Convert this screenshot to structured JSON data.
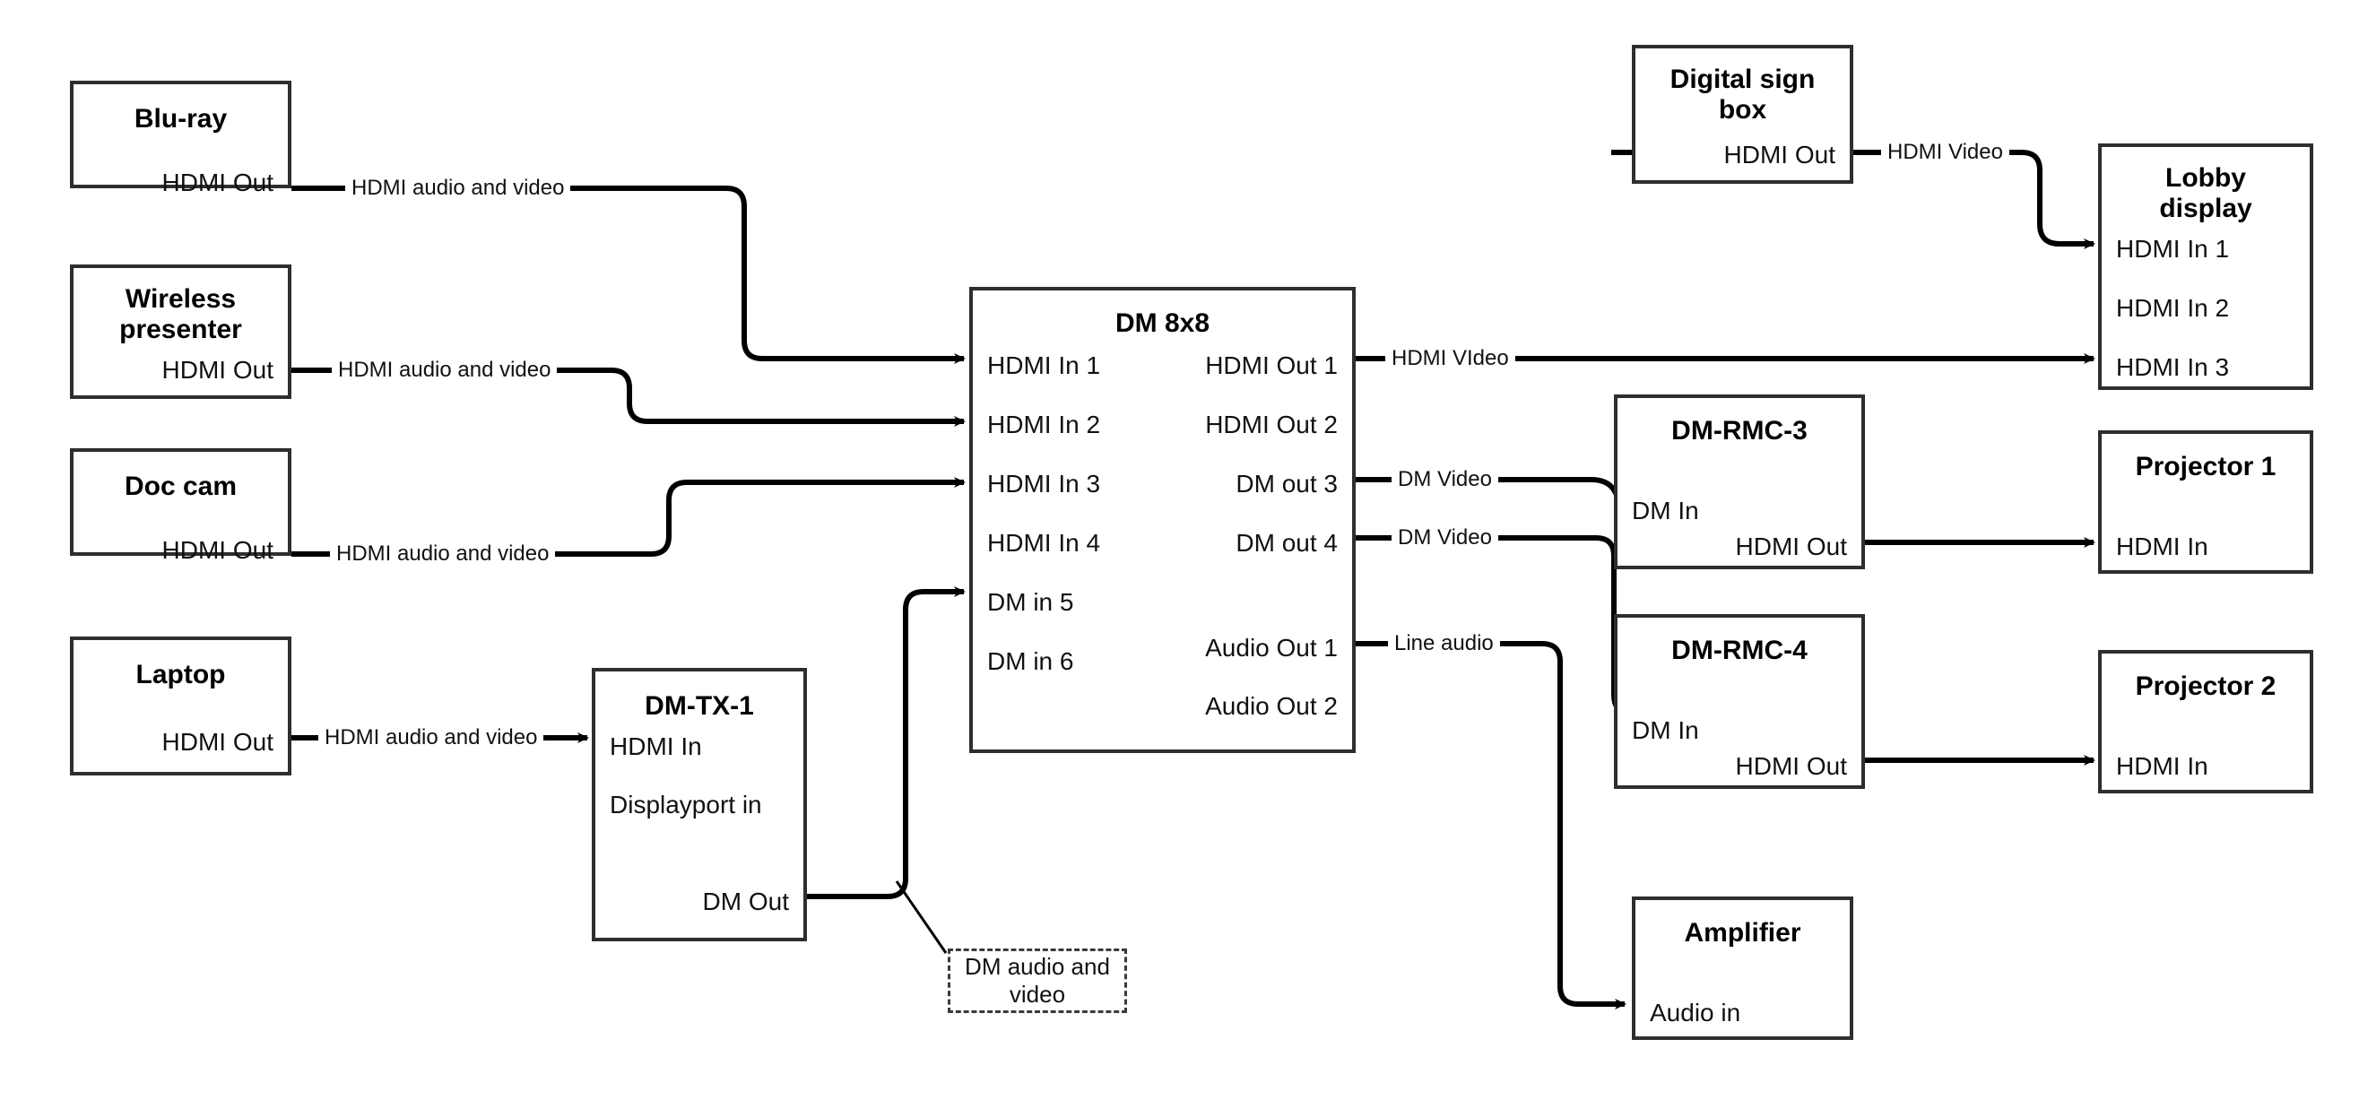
{
  "diagram": {
    "title": "AV Signal Flow Diagram",
    "line_color": "#000000",
    "box_border_color": "#2e2e2e",
    "background": "#ffffff"
  },
  "nodes": {
    "bluray": {
      "title": "Blu-ray",
      "port_out": "HDMI Out"
    },
    "wireless": {
      "title": "Wireless\npresenter",
      "title_line1": "Wireless",
      "title_line2": "presenter",
      "port_out": "HDMI Out"
    },
    "doccam": {
      "title": "Doc cam",
      "port_out": "HDMI Out"
    },
    "laptop": {
      "title": "Laptop",
      "port_out": "HDMI Out"
    },
    "dmtx1": {
      "title": "DM-TX-1",
      "port_in1": "HDMI In",
      "port_in2": "Displayport in",
      "port_out": "DM Out"
    },
    "dm8x8": {
      "title": "DM 8x8",
      "inputs": [
        "HDMI In 1",
        "HDMI In 2",
        "HDMI In 3",
        "HDMI In 4",
        "DM in 5",
        "DM in 6"
      ],
      "outputs": [
        "HDMI Out 1",
        "HDMI Out 2",
        "DM out 3",
        "DM out 4",
        "Audio Out 1",
        "Audio Out 2"
      ]
    },
    "digitalsign": {
      "title_line1": "Digital sign",
      "title_line2": "box",
      "port_out": "HDMI Out"
    },
    "lobby": {
      "title_line1": "Lobby",
      "title_line2": "display",
      "inputs": [
        "HDMI In 1",
        "HDMI In 2",
        "HDMI In 3"
      ]
    },
    "dmrmc3": {
      "title": "DM-RMC-3",
      "port_in": "DM In",
      "port_out": "HDMI Out"
    },
    "dmrmc4": {
      "title": "DM-RMC-4",
      "port_in": "DM In",
      "port_out": "HDMI Out"
    },
    "projector1": {
      "title": "Projector 1",
      "port_in": "HDMI In"
    },
    "projector2": {
      "title": "Projector 2",
      "port_in": "HDMI In"
    },
    "amplifier": {
      "title": "Amplifier",
      "port_in": "Audio in"
    }
  },
  "wire_labels": {
    "bluray_to_dm": "HDMI audio and video",
    "wireless_to_dm": "HDMI audio and video",
    "doccam_to_dm": "HDMI audio and video",
    "laptop_to_dmtx1": "HDMI audio and video",
    "sign_to_lobby": "HDMI Video",
    "dm_out1_to_lobby": "HDMI VIdeo",
    "dm_out3_to_rmc3": "DM Video",
    "dm_out4_to_rmc4": "DM Video",
    "dm_audio1_to_amp": "Line audio"
  },
  "annotations": {
    "dm_av": {
      "line1": "DM audio and",
      "line2": "video"
    }
  }
}
